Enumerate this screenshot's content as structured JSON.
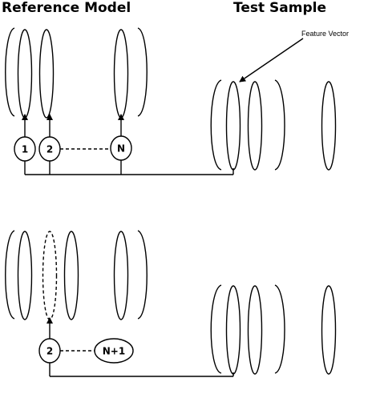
{
  "titles": {
    "reference_model": "Reference Model",
    "test_sample": "Test Sample"
  },
  "annotations": {
    "feature_vector": "Feature Vector"
  },
  "top_panel": {
    "nodes": [
      "1",
      "2",
      "N"
    ]
  },
  "bottom_panel": {
    "nodes": [
      "2",
      "N+1"
    ]
  }
}
